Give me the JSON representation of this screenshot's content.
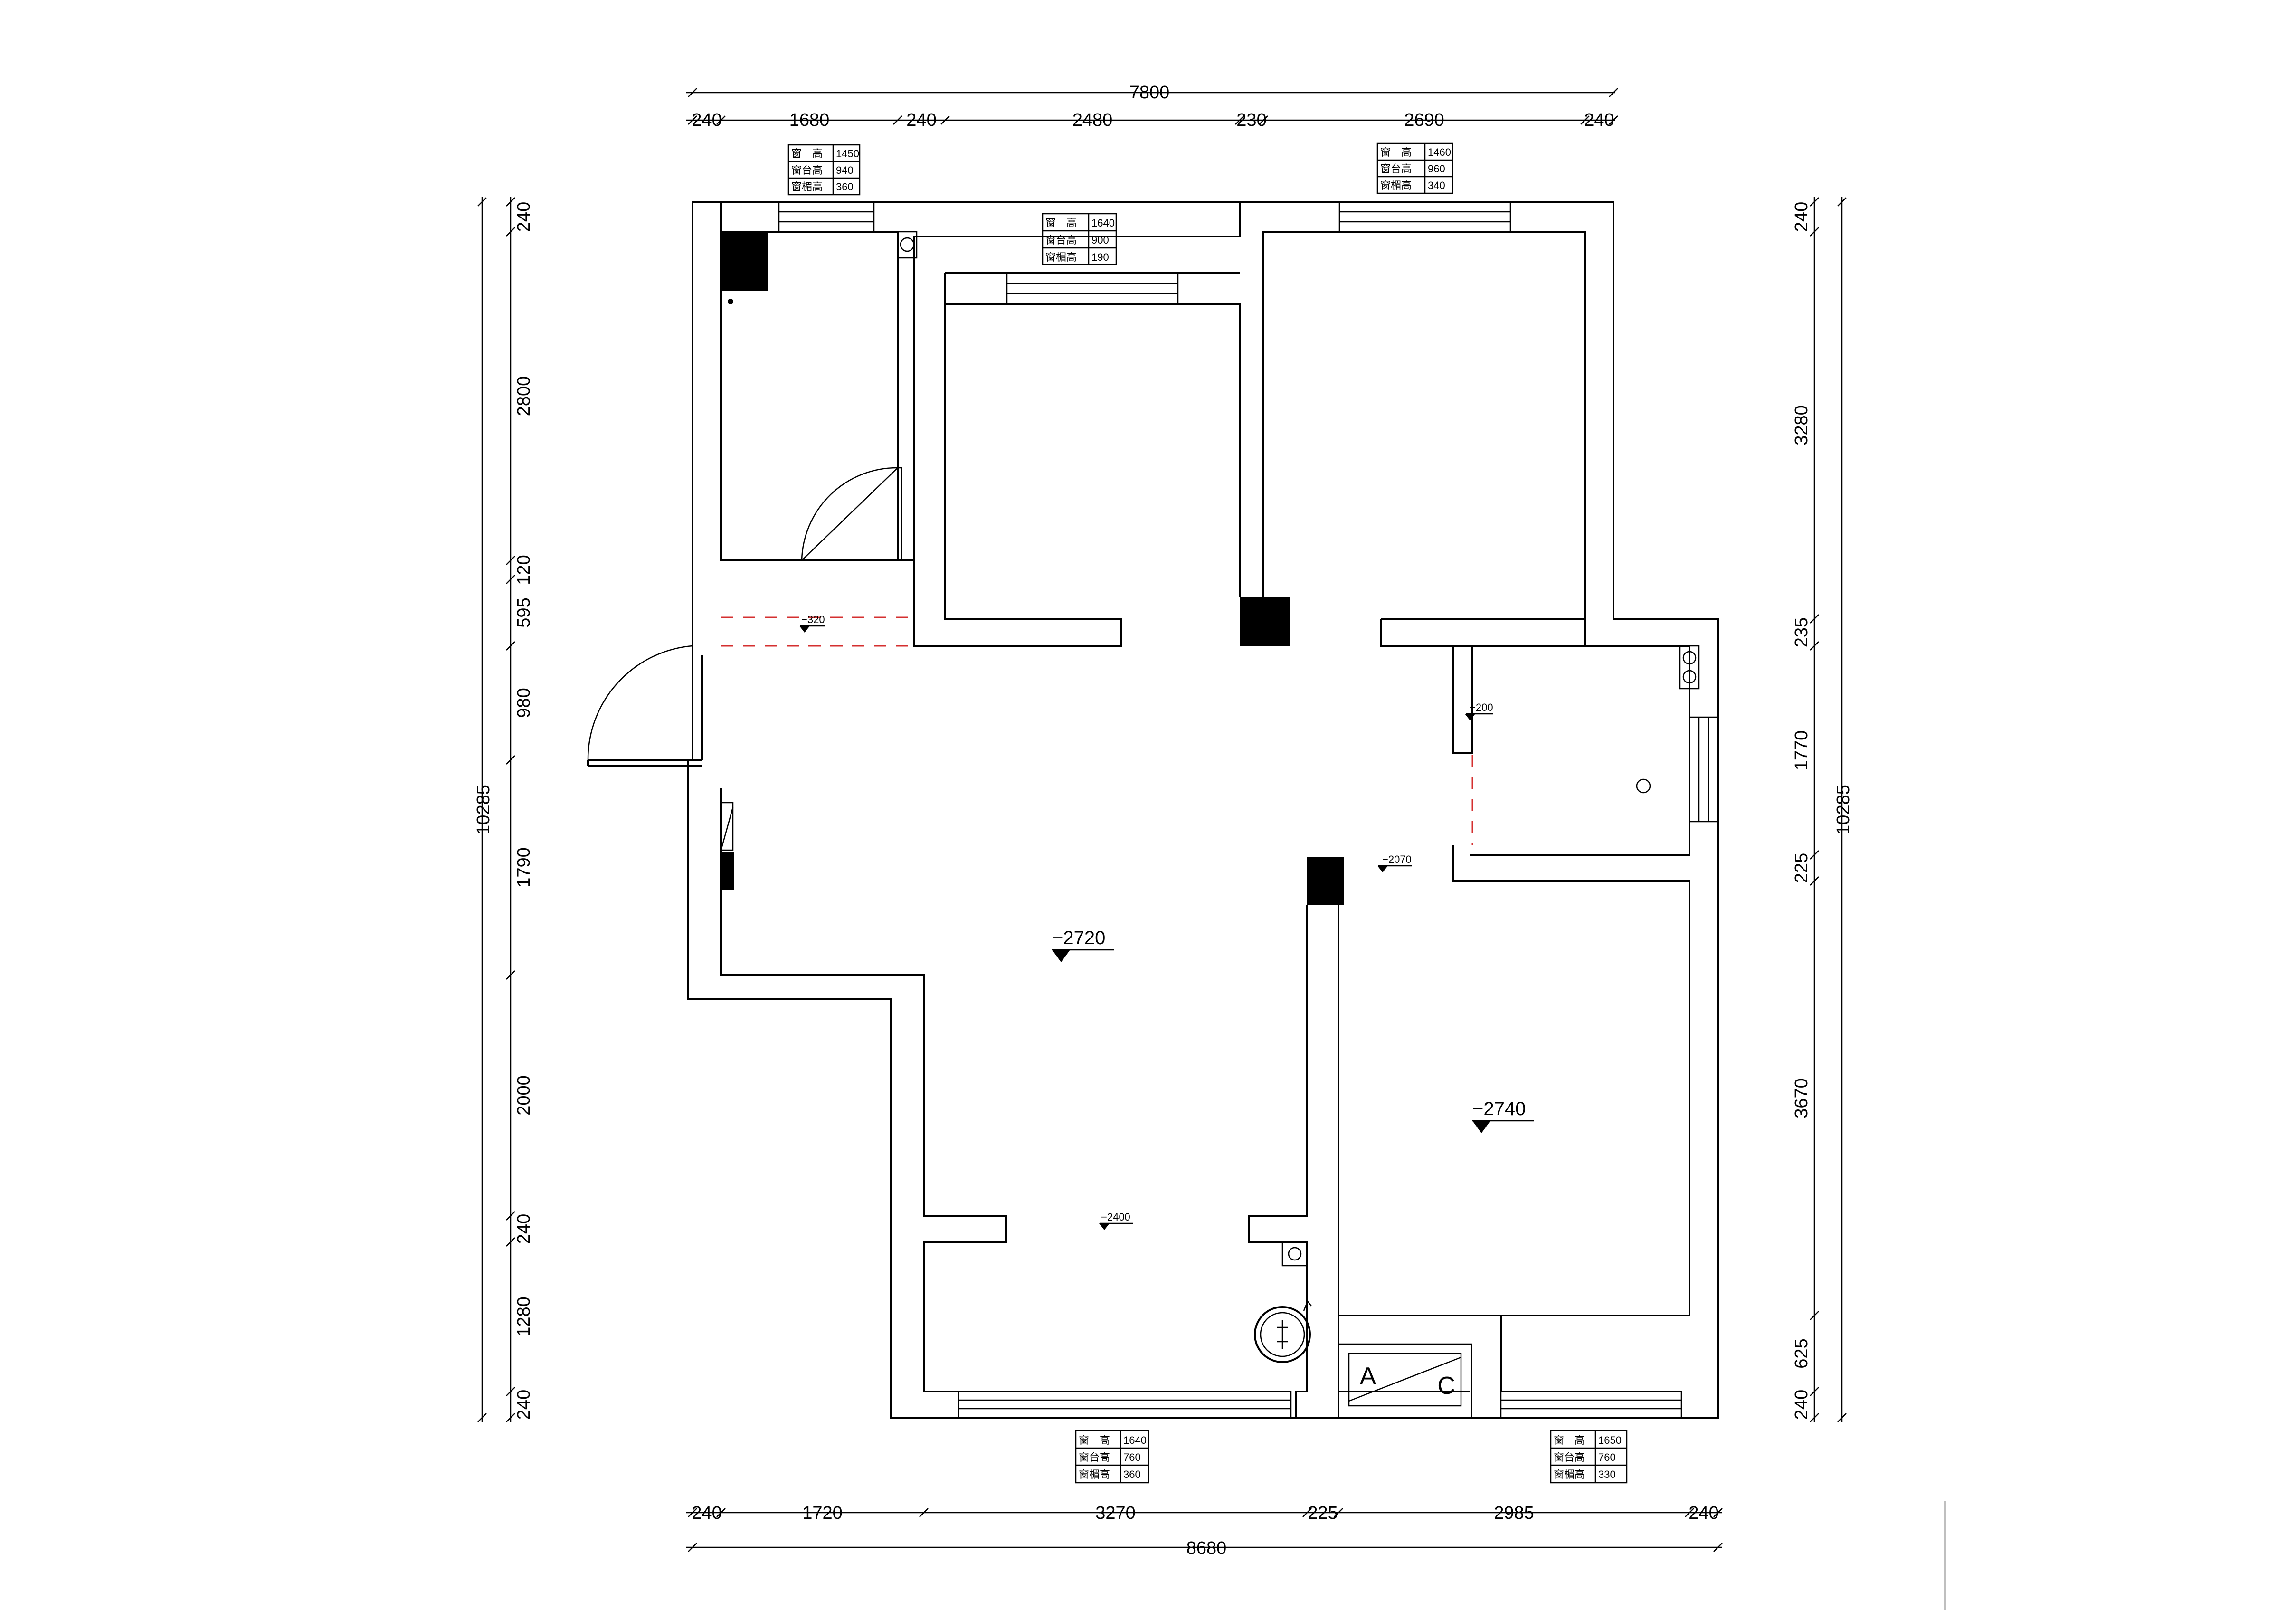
{
  "dimensions": {
    "top_total": "7800",
    "top": [
      "240",
      "1680",
      "240",
      "2480",
      "230",
      "2690",
      "240"
    ],
    "bottom_total": "8680",
    "bottom": [
      "240",
      "1720",
      "3270",
      "225",
      "2985",
      "240"
    ],
    "left_total": "10285",
    "left": [
      "240",
      "2800",
      "120",
      "595",
      "980",
      "1790",
      "2000",
      "240",
      "1280",
      "240"
    ],
    "right_total": "10285",
    "right": [
      "240",
      "3280",
      "235",
      "1770",
      "225",
      "3670",
      "625",
      "240"
    ]
  },
  "window_tables": [
    {
      "rows": [
        [
          "窗　高",
          "1450"
        ],
        [
          "窗台高",
          "940"
        ],
        [
          "窗楣高",
          "360"
        ]
      ]
    },
    {
      "rows": [
        [
          "窗　高",
          "1640"
        ],
        [
          "窗台高",
          "900"
        ],
        [
          "窗楣高",
          "190"
        ]
      ]
    },
    {
      "rows": [
        [
          "窗　高",
          "1460"
        ],
        [
          "窗台高",
          "960"
        ],
        [
          "窗楣高",
          "340"
        ]
      ]
    },
    {
      "rows": [
        [
          "窗　高",
          "1640"
        ],
        [
          "窗台高",
          "760"
        ],
        [
          "窗楣高",
          "360"
        ]
      ]
    },
    {
      "rows": [
        [
          "窗　高",
          "1650"
        ],
        [
          "窗台高",
          "760"
        ],
        [
          "窗楣高",
          "330"
        ]
      ]
    }
  ],
  "elevations": [
    {
      "label": "−320",
      "size": "small"
    },
    {
      "label": "−200",
      "size": "small"
    },
    {
      "label": "−2070",
      "size": "small"
    },
    {
      "label": "−2720",
      "size": "large"
    },
    {
      "label": "−2740",
      "size": "large"
    },
    {
      "label": "−2400",
      "size": "small"
    }
  ],
  "ac_unit": {
    "left": "A",
    "right": "C"
  },
  "colors": {
    "line": "#000000",
    "dashed": "#d43030",
    "background": "#ffffff"
  }
}
